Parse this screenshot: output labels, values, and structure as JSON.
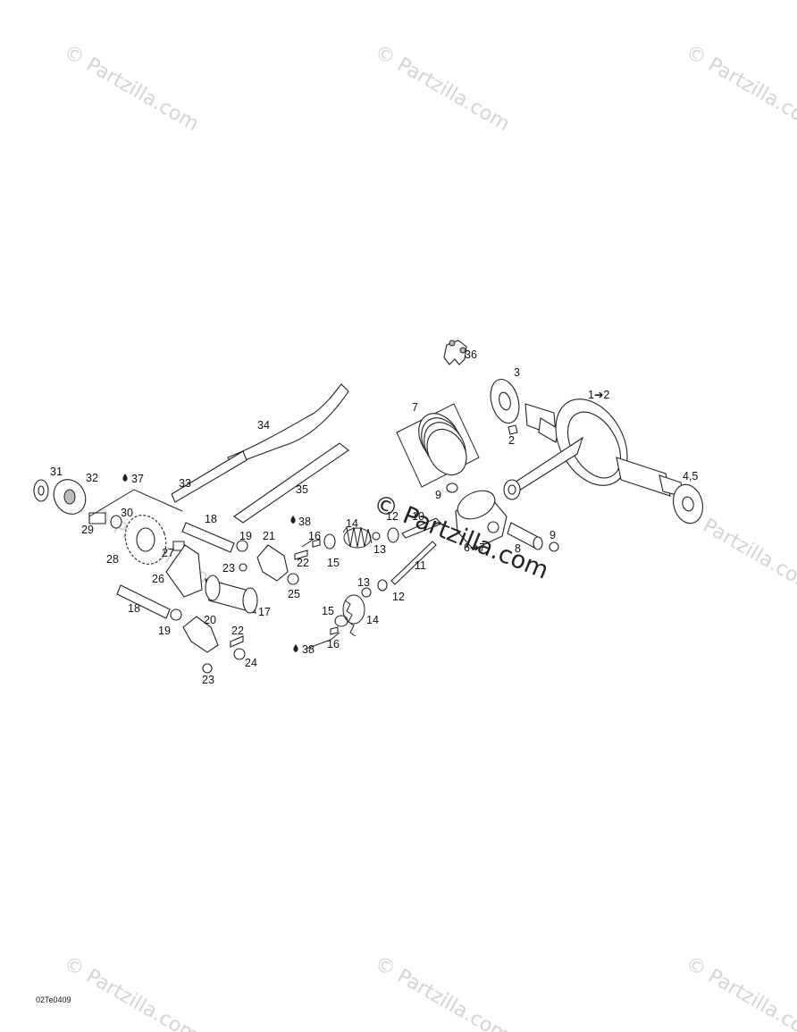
{
  "diagram": {
    "figure_code": "02Te0409",
    "watermark_text": "© Partzilla.com",
    "callouts": [
      {
        "id": "c36",
        "label": "36"
      },
      {
        "id": "c3",
        "label": "3"
      },
      {
        "id": "c1-2",
        "label": "1➔2"
      },
      {
        "id": "c2a",
        "label": "2"
      },
      {
        "id": "c7",
        "label": "7"
      },
      {
        "id": "c34",
        "label": "34"
      },
      {
        "id": "c4-5",
        "label": "4,5"
      },
      {
        "id": "c31",
        "label": "31"
      },
      {
        "id": "c32",
        "label": "32"
      },
      {
        "id": "c37",
        "label": "37"
      },
      {
        "id": "c33",
        "label": "33"
      },
      {
        "id": "c35",
        "label": "35"
      },
      {
        "id": "c9a",
        "label": "9"
      },
      {
        "id": "c38a",
        "label": "38"
      },
      {
        "id": "c30",
        "label": "30"
      },
      {
        "id": "c29",
        "label": "29"
      },
      {
        "id": "c18a",
        "label": "18"
      },
      {
        "id": "c14a",
        "label": "14"
      },
      {
        "id": "c12a",
        "label": "12"
      },
      {
        "id": "c10",
        "label": "10"
      },
      {
        "id": "c16a",
        "label": "16"
      },
      {
        "id": "c19a",
        "label": "19"
      },
      {
        "id": "c21",
        "label": "21"
      },
      {
        "id": "c6-7",
        "label": "6➔7"
      },
      {
        "id": "c9b",
        "label": "9"
      },
      {
        "id": "c8",
        "label": "8"
      },
      {
        "id": "c27",
        "label": "27"
      },
      {
        "id": "c13a",
        "label": "13"
      },
      {
        "id": "c28",
        "label": "28"
      },
      {
        "id": "c22a",
        "label": "22"
      },
      {
        "id": "c15a",
        "label": "15"
      },
      {
        "id": "c11",
        "label": "11"
      },
      {
        "id": "c23a",
        "label": "23"
      },
      {
        "id": "c26",
        "label": "26"
      },
      {
        "id": "c13b",
        "label": "13"
      },
      {
        "id": "c25",
        "label": "25"
      },
      {
        "id": "c12b",
        "label": "12"
      },
      {
        "id": "c17",
        "label": "17"
      },
      {
        "id": "c18b",
        "label": "18"
      },
      {
        "id": "c15b",
        "label": "15"
      },
      {
        "id": "c20",
        "label": "20"
      },
      {
        "id": "c14b",
        "label": "14"
      },
      {
        "id": "c19b",
        "label": "19"
      },
      {
        "id": "c22b",
        "label": "22"
      },
      {
        "id": "c16b",
        "label": "16"
      },
      {
        "id": "c38b",
        "label": "38"
      },
      {
        "id": "c24",
        "label": "24"
      },
      {
        "id": "c23b",
        "label": "23"
      }
    ]
  }
}
